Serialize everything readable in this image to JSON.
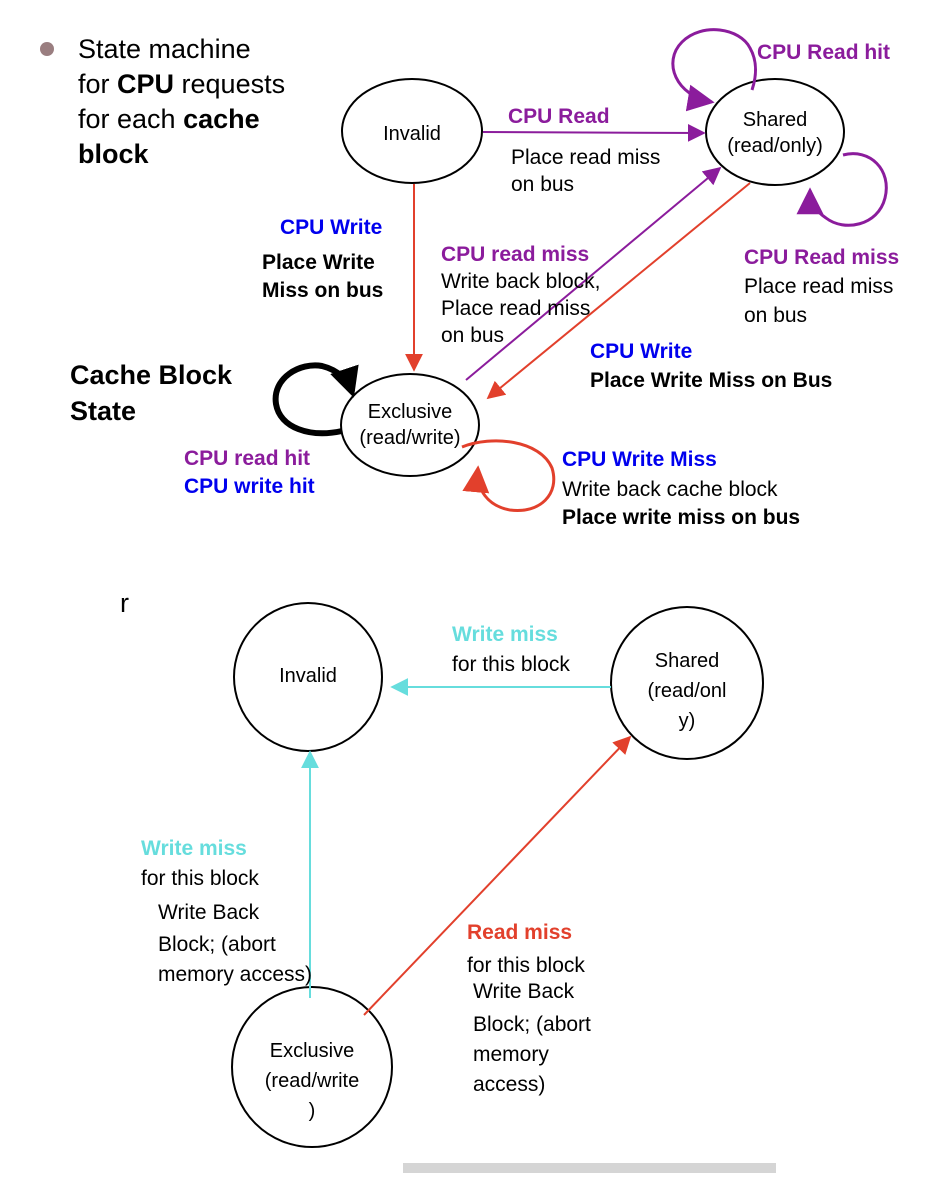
{
  "top_diagram": {
    "bullet": {
      "line1": "State machine",
      "line2_a": "for ",
      "line2_b": "CPU",
      "line2_c": " requests",
      "line3_a": "for each ",
      "line3_b": "cache",
      "line4": "block"
    },
    "legend": {
      "line1": "Cache Block",
      "line2": "State"
    },
    "states": {
      "invalid": "Invalid",
      "shared_1": "Shared",
      "shared_2": "(read/only)",
      "exclusive_1": "Exclusive",
      "exclusive_2": "(read/write)"
    },
    "labels": {
      "cpu_read_hit": "CPU Read hit",
      "cpu_read": "CPU Read",
      "place_read_miss_1": "Place read miss",
      "place_read_miss_2": "on bus",
      "cpu_write": "CPU Write",
      "place_write_1": "Place Write",
      "place_write_2": "Miss on bus",
      "cpu_read_miss_l": "CPU read miss",
      "write_back_block": "Write back block,",
      "place_read_miss_3": "Place read miss",
      "on_bus": "on bus",
      "cpu_read_miss_r": "CPU Read miss",
      "place_read_miss_r1": "Place read miss",
      "place_read_miss_r2": "on bus",
      "cpu_write_2": "CPU Write",
      "place_write_miss_bus": "Place Write Miss on Bus",
      "cpu_read_hit_excl": "CPU read hit",
      "cpu_write_hit": "CPU write hit",
      "cpu_write_miss": "CPU Write Miss",
      "write_back_cache_block": "Write back cache block",
      "place_write_miss_on_bus": "Place write miss on bus"
    }
  },
  "bottom_diagram": {
    "stray_letter": "r",
    "states": {
      "invalid": "Invalid",
      "shared_1": "Shared",
      "shared_2": "(read/onl",
      "shared_3": "y)",
      "exclusive_1": "Exclusive",
      "exclusive_2": "(read/write",
      "exclusive_3": ")"
    },
    "labels": {
      "write_miss_top": "Write miss",
      "for_this_block_top": "for this block",
      "write_miss_left": "Write miss",
      "for_this_block_left": "for this block",
      "wb_left_1": "Write Back",
      "wb_left_2": "Block; (abort",
      "wb_left_3": "memory access)",
      "read_miss": "Read miss",
      "for_this_block_right": "for this block",
      "wb_right_1": "Write Back",
      "wb_right_2": "Block; (abort",
      "wb_right_3": "memory",
      "wb_right_4": "access)"
    }
  },
  "colors": {
    "purple": "#8b1c9c",
    "blue": "#0000ee",
    "cyan": "#66dddd",
    "red": "#e2402c",
    "black": "#000000",
    "bullet": "#9a7e80"
  }
}
